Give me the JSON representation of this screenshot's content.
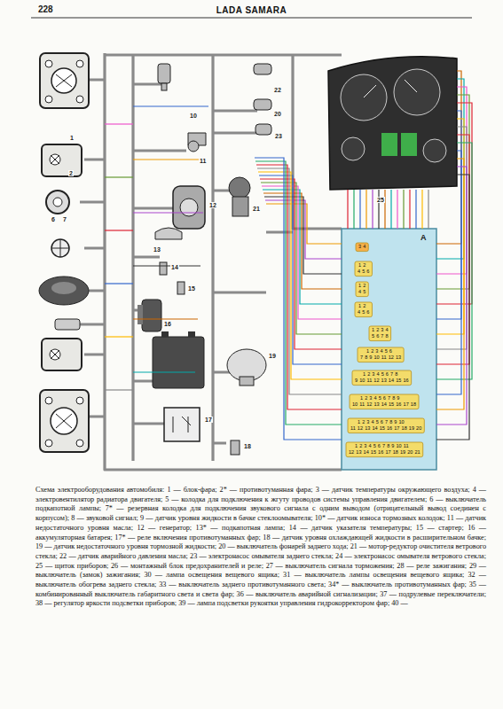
{
  "diagram": {
    "title": "LADA SAMARA",
    "caption": "Схема электрооборудования автомобиля: 1 — блок-фара; 2* — противотуманная фара; 3 — датчик температуры окружающего воздуха; 4 — электровентилятор радиатора двигателя; 5 — колодка для подключения к жгуту проводов системы управления двигателем; 6 — выключатель подкапотной лампы; 7* — резервная колодка для подключения звукового сигнала с одним выводом (отрицательный вывод соединен с корпусом); 8 — звуковой сигнал; 9 — датчик уровня жидкости в бачке стеклоомывателя; 10* — датчик износа тормозных колодок; 11 — датчик недостаточного уровня масла; 12 — генератор; 13* — подкапотная лампа; 14 — датчик указателя температуры; 15 — стартер; 16 — аккумуляторная батарея; 17* — реле включения противотуманных фар; 18 — датчик уровня охлаждающей жидкости в расширительном бачке; 19 — датчик недостаточного уровня тормозной жидкости; 20 — выключатель фонарей заднего хода; 21 — мотор-редуктор очистителя ветрового стекла; 22 — датчик аварийного давления масла; 23 — электронасос омывателя заднего стекла; 24 — электронасос омывателя ветрового стекла; 25 — щиток приборов; 26 — монтажный блок предохранителей и реле; 27 — выключатель сигнала торможения; 28 — реле зажигания; 29 —выключатель (замок) зажигания; 30 — лампа освещения вещевого ящика; 31 — выключатель лампы освещения вещевого ящика; 32 — выключатель обогрева заднего стекла; 33 — выключатель заднего противотуманного света; 34* — выключатель противотуманных фар; 35 — комбинированный выключатель габаритного света и света фар; 36 — выключатель аварийной сигнализации; 37 — подрулевые переключатели; 38 — регулятор яркости подсветки приборов; 39 — лампа подсветки рукоятки управления гидрокорректором фар; 40 —",
    "labels": [
      "228",
      "1",
      "2",
      "6",
      "7",
      "10",
      "22",
      "20",
      "23",
      "11",
      "12",
      "21",
      "13",
      "14",
      "15",
      "16",
      "19",
      "17",
      "18",
      "25",
      "A",
      "3 4",
      "1 2",
      "4 5 6",
      "1 2",
      "4 5",
      "1 2",
      "4 5 6",
      "1 2 3 4",
      "5 6 7 8",
      "1 2 3 4 5 6",
      "7 8 9 10 11 12 13",
      "1 2 3 4 5 6 7 8",
      "9 10 11 12 13 14 15 16",
      "1 2 3 4 5 6 7 8 9",
      "10 11 12 13 14 15 16 17 18",
      "1 2 3 4 5 6 7 8 9 10",
      "11 12 13 14 15 16 17 18 19 20",
      "1 2 3 4 5 6 7 8 9 10 11",
      "12 13 14 15 16 17 18 19 20 21"
    ]
  }
}
